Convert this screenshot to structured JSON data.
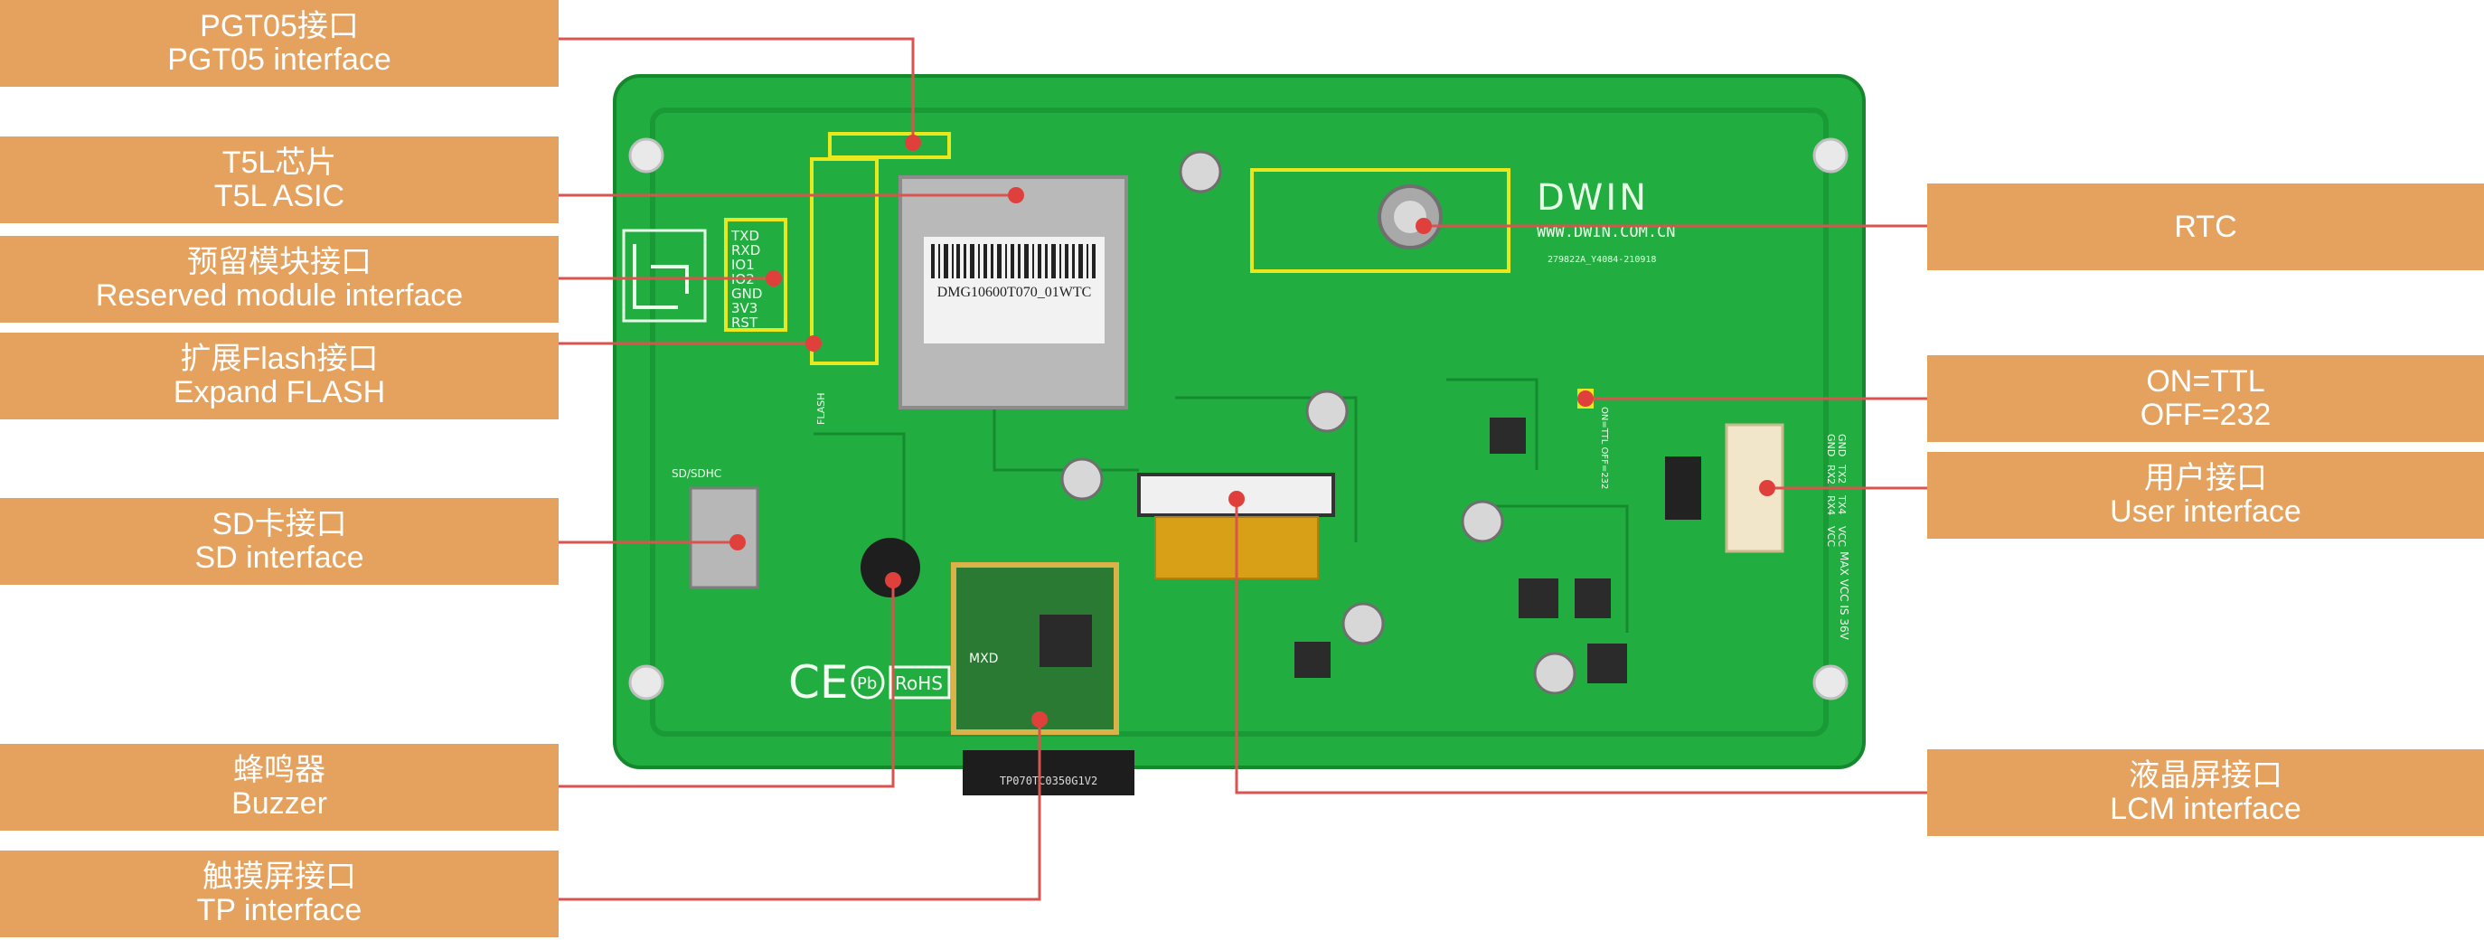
{
  "labels": {
    "pgt05": {
      "cn": "PGT05接口",
      "en": "PGT05 interface"
    },
    "t5l": {
      "cn": "T5L芯片",
      "en": "T5L ASIC"
    },
    "reserved": {
      "cn": "预留模块接口",
      "en": "Reserved module interface"
    },
    "flash": {
      "cn": "扩展Flash接口",
      "en": "Expand FLASH"
    },
    "sd": {
      "cn": "SD卡接口",
      "en": "SD interface"
    },
    "buzzer": {
      "cn": "蜂鸣器",
      "en": "Buzzer"
    },
    "tp": {
      "cn": "触摸屏接口",
      "en": "TP interface"
    },
    "rtc": {
      "en": "RTC"
    },
    "ttl": {
      "l1": "ON=TTL",
      "l2": "OFF=232"
    },
    "user": {
      "cn": "用户接口",
      "en": "User interface"
    },
    "lcm": {
      "cn": "液晶屏接口",
      "en": "LCM interface"
    }
  },
  "board": {
    "brand": "DWIN",
    "url": "WWW.DWIN.COM.CN",
    "serial": "279822A_Y4084-210918",
    "chip_label": "DMG10600T070_01WTC",
    "pins_reserved": [
      "TXD",
      "RXD",
      "IO1",
      "IO2",
      "GND",
      "3V3",
      "RST"
    ],
    "flash_silk": "FLASH",
    "sd_silk": "SD/SDHC",
    "ce_mark": "CE",
    "pb_mark": "Pb",
    "rohs_mark": "RoHS",
    "mxd_silk": "MXD",
    "tp_silk": "TP070TC0350G1V2",
    "user_pins": [
      "GND",
      "GND",
      "RX2",
      "TX2",
      "RX4",
      "TX4",
      "VCC",
      "VCC"
    ],
    "vcc_note": "MAX VCC IS 36V",
    "ttl_silk": "ON=TTL\nOFF=232"
  },
  "colors": {
    "label_bg": "#e4a25e",
    "leader": "#d9534f",
    "pcb": "#1faa3c",
    "highlight": "#e8e81c"
  }
}
